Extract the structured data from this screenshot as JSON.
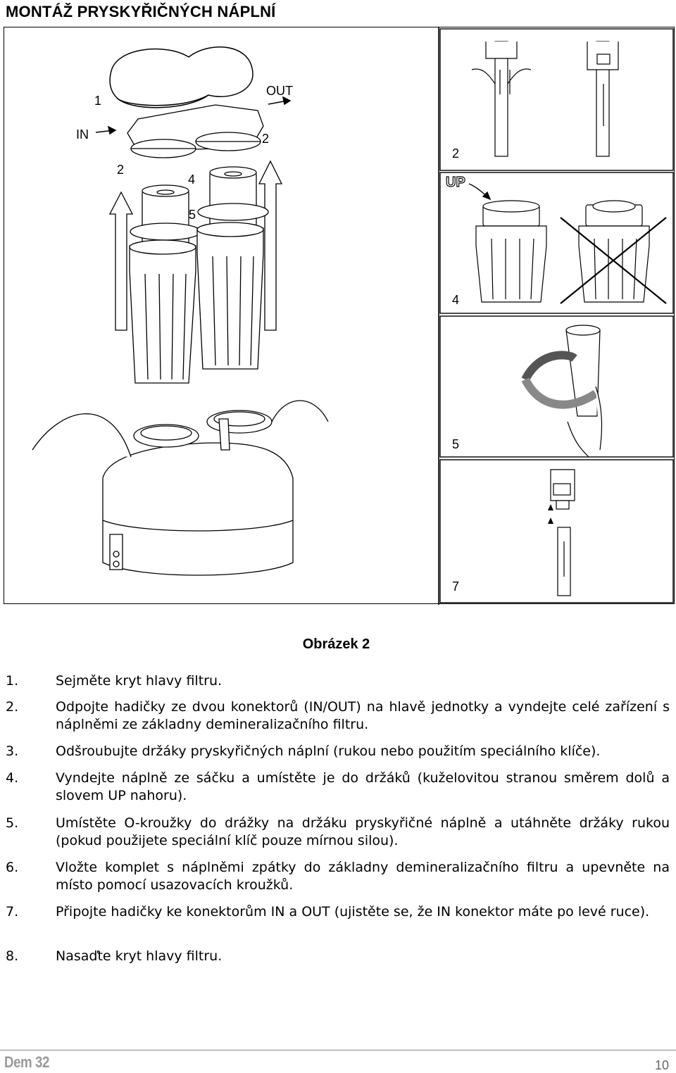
{
  "page": {
    "title": "MONTÁŽ PRYSKYŘIČNÝCH NÁPLNÍ",
    "caption": "Obrázek 2",
    "footer_brand": "Dem 32",
    "page_number": "10"
  },
  "figure": {
    "main_labels": {
      "l1": "1",
      "in": "IN",
      "out": "OUT",
      "l2_left": "2",
      "l2_right": "2",
      "l4": "4",
      "l5": "5"
    },
    "panel_labels": {
      "p2": "2",
      "up": "UP",
      "p4": "4",
      "p5": "5",
      "p7": "7"
    }
  },
  "steps": [
    {
      "num": "1.",
      "text": "Sejměte kryt hlavy filtru."
    },
    {
      "num": "2.",
      "text": "Odpojte hadičky ze dvou konektorů (IN/OUT) na hlavě jednotky a  vyndejte celé zařízení s náplněmi ze základny demineralizačního filtru."
    },
    {
      "num": "3.",
      "text": "Odšroubujte držáky pryskyřičných náplní (rukou nebo použitím speciálního klíče)."
    },
    {
      "num": "4.",
      "text": "Vyndejte náplně ze sáčku a umístěte je do držáků (kuželovitou stranou směrem dolů a slovem UP nahoru)."
    },
    {
      "num": "5.",
      "text": "Umístěte O-kroužky do drážky na držáku pryskyřičné náplně a utáhněte držáky rukou (pokud použijete speciální klíč pouze mírnou silou)."
    },
    {
      "num": "6.",
      "text": "Vložte komplet s náplněmi zpátky do základny demineralizačního filtru a upevněte na místo pomocí usazovacích kroužků."
    },
    {
      "num": "7.",
      "text": "Připojte hadičky ke konektorům IN a OUT (ujistěte se, že IN konektor máte po levé ruce)."
    },
    {
      "num": "8.",
      "text": "Nasaďte kryt hlavy filtru."
    }
  ]
}
